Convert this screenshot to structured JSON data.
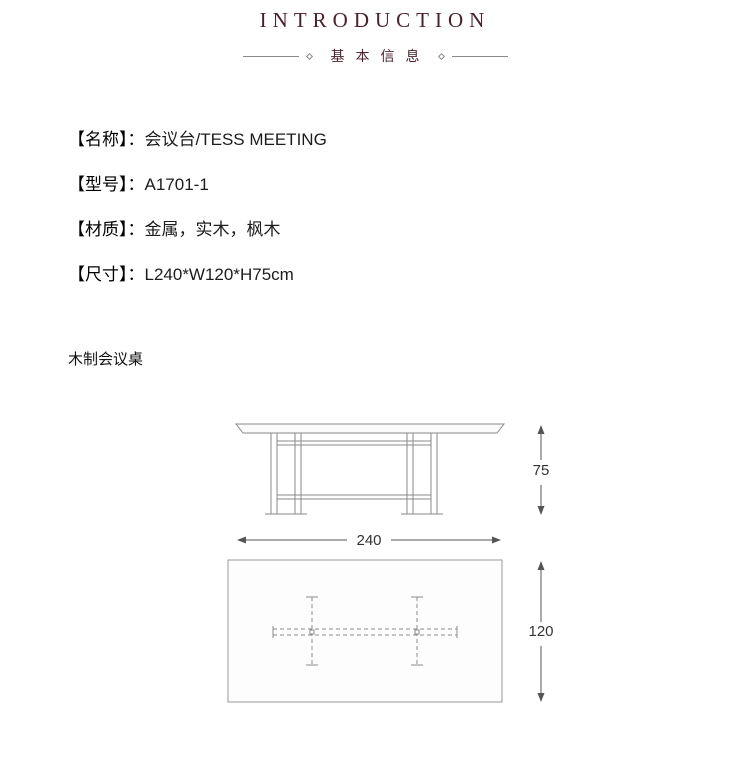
{
  "header": {
    "title": "INTRODUCTION",
    "subtitle": "基本信息"
  },
  "specs": [
    {
      "label": "【名称】：",
      "value": "会议台/TESS MEETING"
    },
    {
      "label": "【型号】：",
      "value": "A1701-1"
    },
    {
      "label": "【材质】：",
      "value": "金属，实木，枫木"
    },
    {
      "label": "【尺寸】：",
      "value": "L240*W120*H75cm"
    }
  ],
  "drawing": {
    "caption": "木制会议桌",
    "dimensions": {
      "height_cm": "75",
      "length_cm": "240",
      "width_cm": "120"
    }
  },
  "colors": {
    "accent": "#4a222b",
    "divider_line": "#8a8a8a",
    "drawing_line": "#8a8a8a",
    "dimension_text": "#333333"
  }
}
